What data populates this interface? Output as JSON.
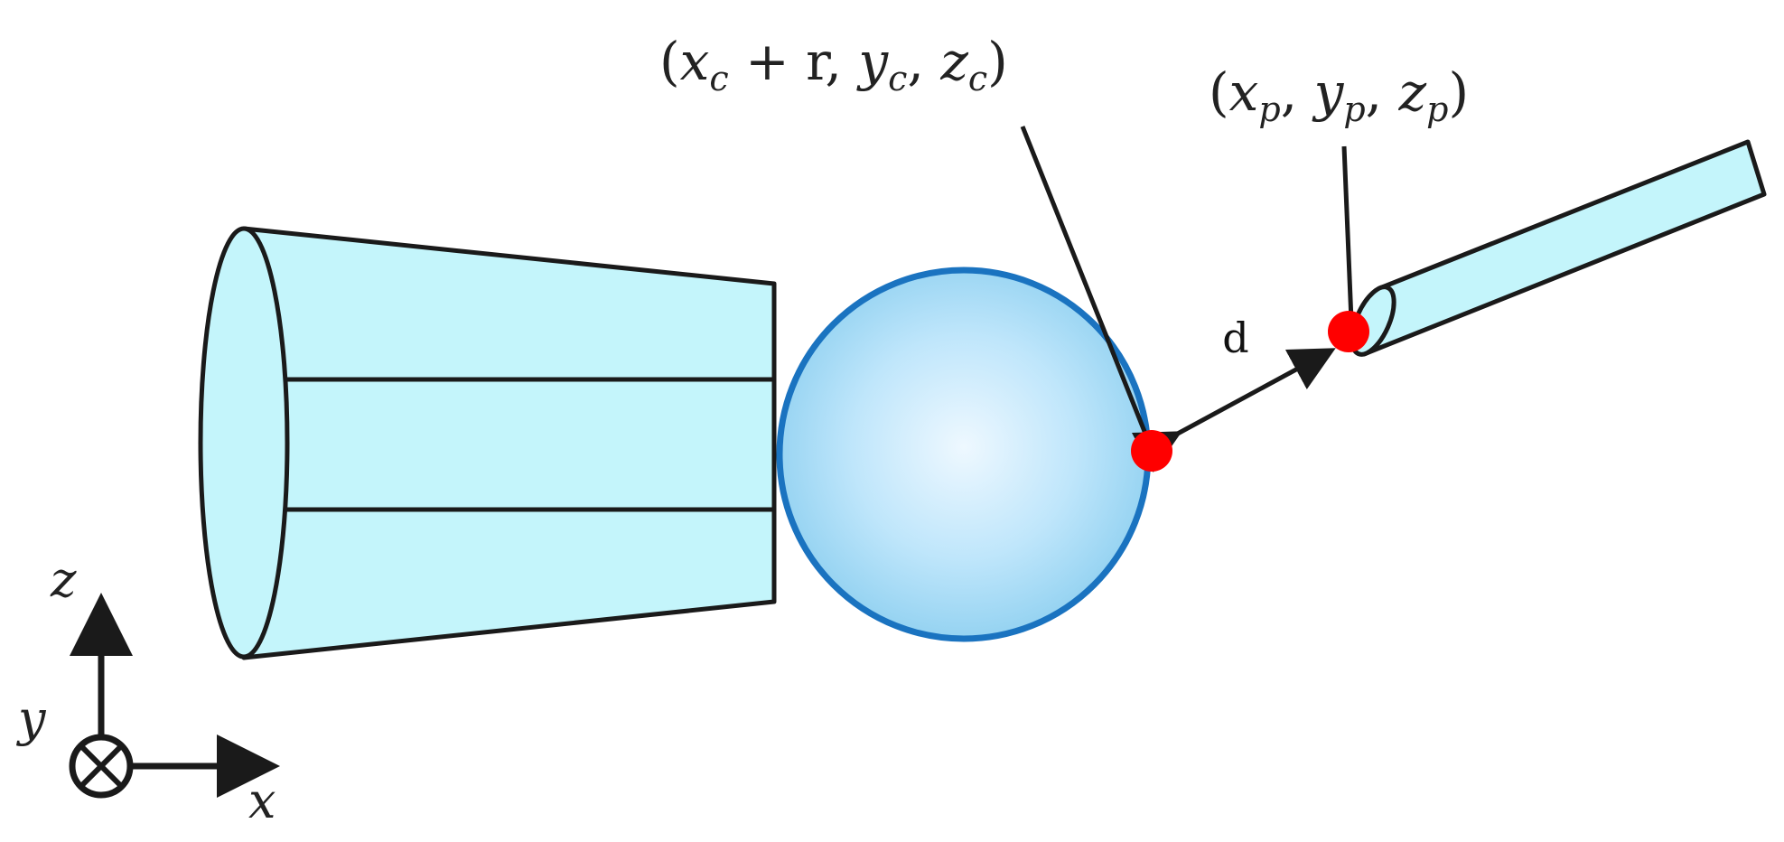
{
  "labels": {
    "sphere_point": {
      "open": "(",
      "x": "x",
      "x_sub": "c",
      "plus_r": " + r, ",
      "y": "y",
      "y_sub": "c",
      "comma": ", ",
      "z": "z",
      "z_sub": "c",
      "close": ")"
    },
    "probe_point": {
      "open": "(",
      "x": "x",
      "x_sub": "p",
      "comma1": ", ",
      "y": "y",
      "y_sub": "p",
      "comma2": ", ",
      "z": "z",
      "z_sub": "p",
      "close": ")"
    },
    "distance": "d"
  },
  "axes": {
    "z": "z",
    "y": "y",
    "x": "x"
  },
  "colors": {
    "body_fill": "#c4f5fb",
    "stroke": "#1a1a1a",
    "sphere_edge": "#1a73c0",
    "sphere_center": "#eef8ff",
    "sphere_outer": "#8fd0f0",
    "point": "#ff0000"
  },
  "icons": {
    "y_axis_symbol": "circled-times-icon"
  }
}
